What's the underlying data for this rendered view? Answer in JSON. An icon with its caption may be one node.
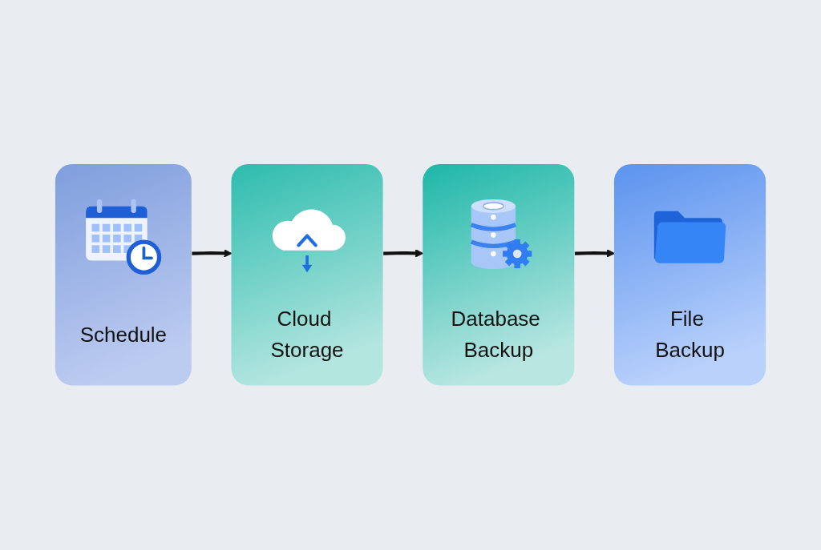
{
  "diagram": {
    "nodes": [
      {
        "text": [
          "Schedule"
        ]
      },
      {
        "text": [
          "Cloud Storage"
        ]
      },
      {
        "text": [
          "Database Backup"
        ]
      },
      {
        "text": [
          "File Backup"
        ]
      }
    ],
    "edges": [
      {
        "from": 0,
        "to": 1,
        "arrow": "to"
      },
      {
        "from": 1,
        "to": 2,
        "arrow": "to"
      },
      {
        "from": 2,
        "to": 3,
        "arrow": "to"
      }
    ]
  }
}
